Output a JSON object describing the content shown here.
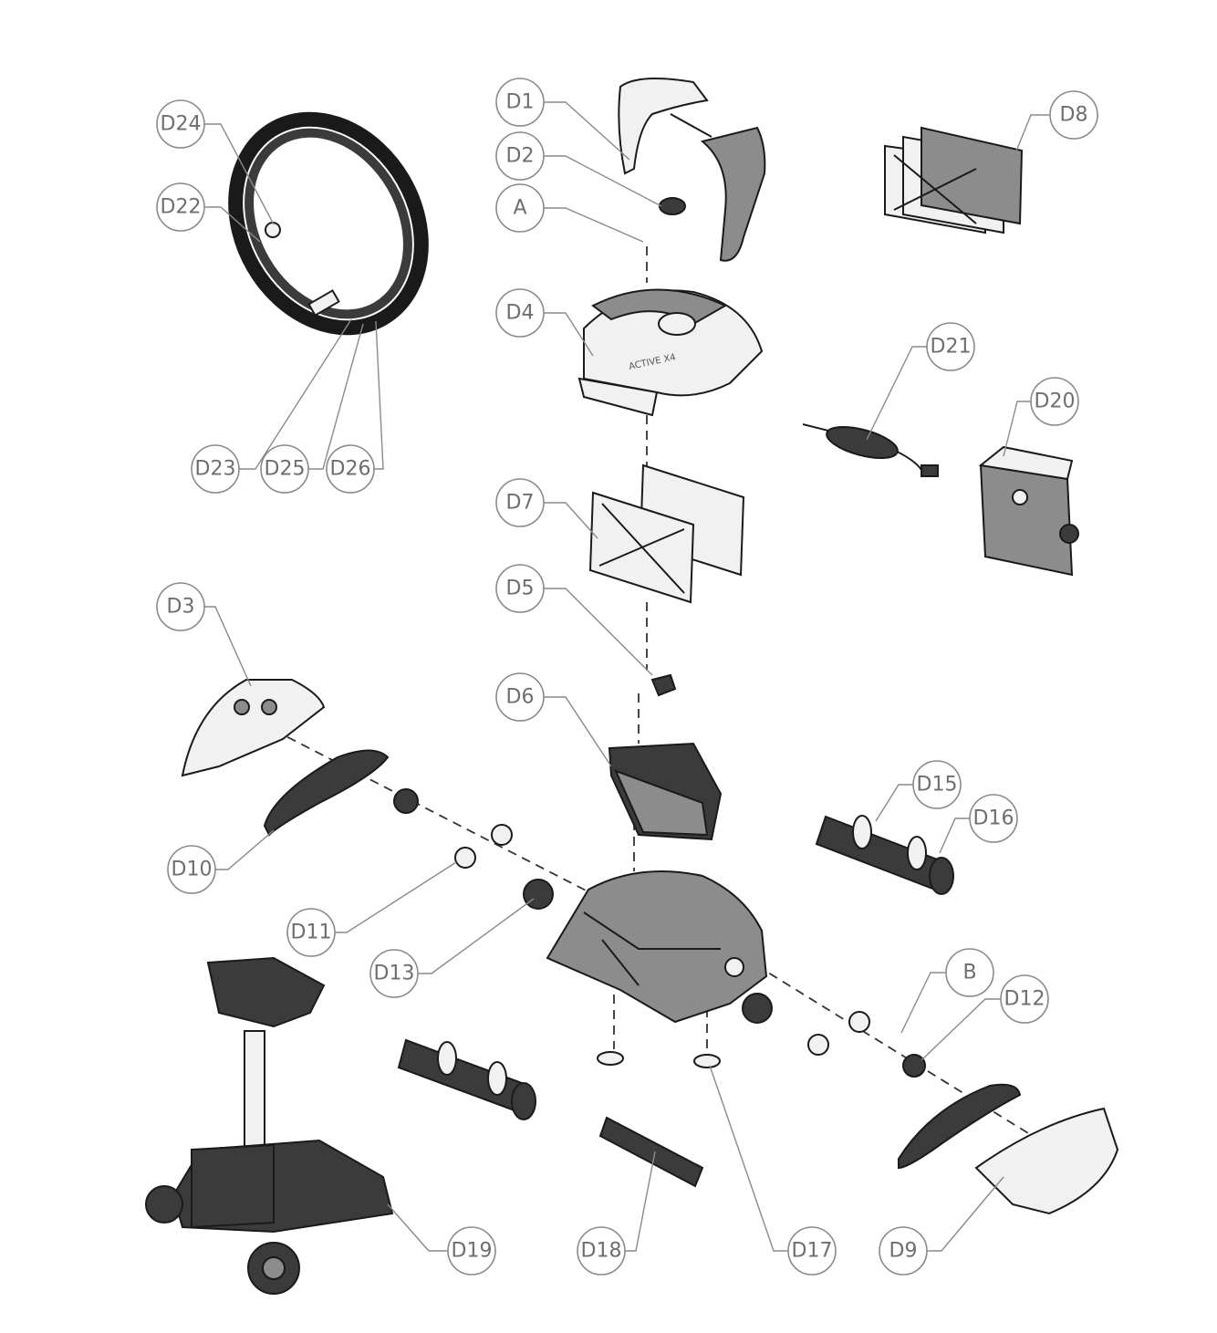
{
  "callouts": {
    "D1": "D1",
    "D2": "D2",
    "A": "A",
    "D4": "D4",
    "D7": "D7",
    "D5": "D5",
    "D6": "D6",
    "D8": "D8",
    "D21": "D21",
    "D20": "D20",
    "D24": "D24",
    "D22": "D22",
    "D23": "D23",
    "D25": "D25",
    "D26": "D26",
    "D3": "D3",
    "D10": "D10",
    "D11": "D11",
    "D13": "D13",
    "D15": "D15",
    "D16": "D16",
    "B": "B",
    "D12": "D12",
    "D19": "D19",
    "D18": "D18",
    "D17": "D17",
    "D9": "D9"
  },
  "product_label": "ACTIVE X4",
  "colors": {
    "line": "#1a1a1a",
    "callout_stroke": "#8a8a8a",
    "callout_text": "#6e6e6e",
    "dark_part": "#3b3b3b"
  }
}
